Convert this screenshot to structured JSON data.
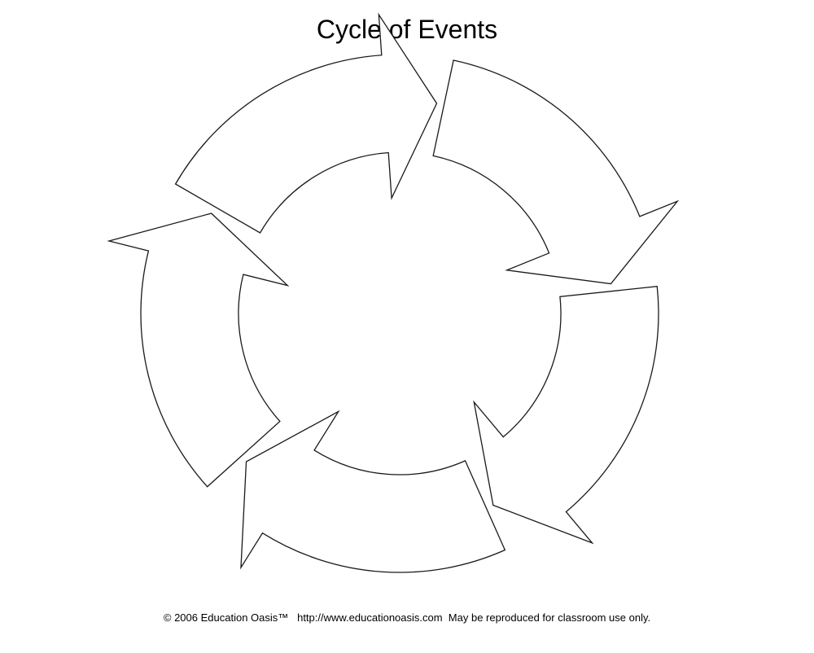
{
  "title": "Cycle of Events",
  "footer": "© 2006 Education Oasis™   http://www.educationoasis.com  May be reproduced for classroom use only.",
  "diagram": {
    "type": "cycle",
    "arrow_count": 5,
    "direction": "clockwise",
    "fill_color": "#ffffff",
    "stroke_color": "#1a1a1a"
  }
}
